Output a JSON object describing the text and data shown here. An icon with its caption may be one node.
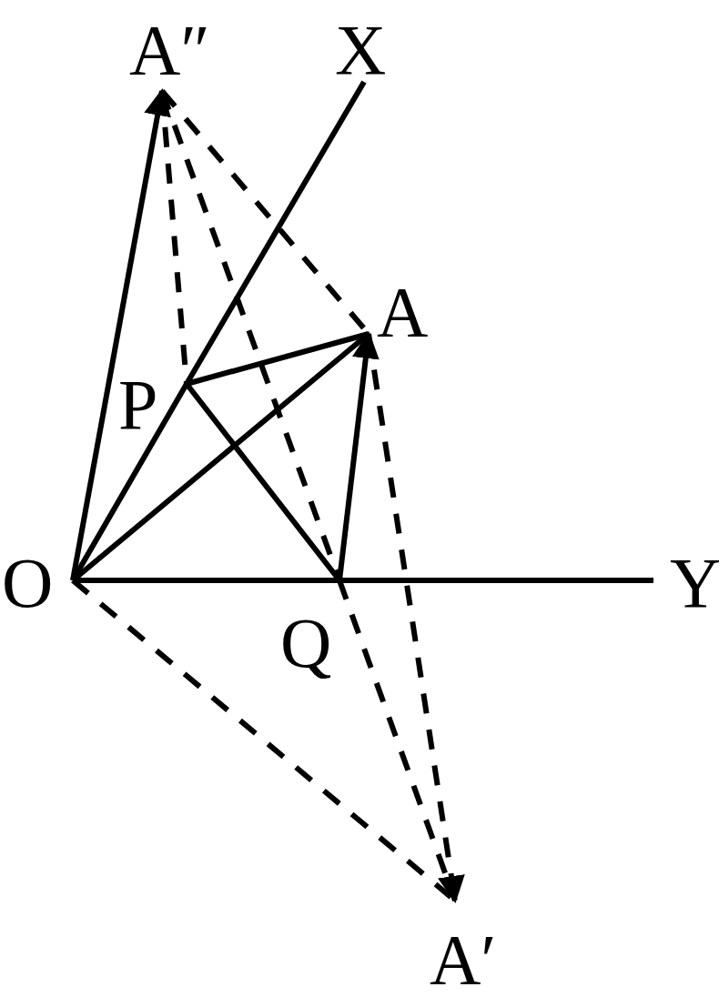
{
  "diagram": {
    "nodes": [
      {
        "text": [
          "A″"
        ]
      },
      {
        "text": [
          "X"
        ]
      },
      {
        "text": [
          "A"
        ]
      },
      {
        "text": [
          "P"
        ]
      },
      {
        "text": [
          "O"
        ]
      },
      {
        "text": [
          "Y"
        ]
      },
      {
        "text": [
          "Q"
        ]
      },
      {
        "text": [
          "A′"
        ]
      }
    ],
    "edges": [
      {
        "from": 4,
        "to": 3,
        "arrow": "none"
      },
      {
        "from": 3,
        "to": 1,
        "arrow": "none"
      },
      {
        "from": 4,
        "to": 6,
        "arrow": "none"
      },
      {
        "from": 6,
        "to": 5,
        "arrow": "none"
      },
      {
        "from": 4,
        "to": 0,
        "arrow": "to"
      },
      {
        "from": 4,
        "to": 2,
        "arrow": "none"
      },
      {
        "from": 3,
        "to": 2,
        "arrow": "none"
      },
      {
        "from": 3,
        "to": 6,
        "arrow": "none"
      },
      {
        "from": 6,
        "to": 2,
        "arrow": "to"
      },
      {
        "from": 0,
        "to": 3,
        "arrow": "none",
        "style": "dashed"
      },
      {
        "from": 0,
        "to": 6,
        "arrow": "none",
        "style": "dashed"
      },
      {
        "from": 0,
        "to": 2,
        "arrow": "none",
        "style": "dashed"
      },
      {
        "from": 4,
        "to": 7,
        "arrow": "none",
        "style": "dashed"
      },
      {
        "from": 6,
        "to": 7,
        "arrow": "none",
        "style": "dashed"
      },
      {
        "from": 2,
        "to": 7,
        "arrow": "to",
        "style": "dashed"
      }
    ]
  }
}
